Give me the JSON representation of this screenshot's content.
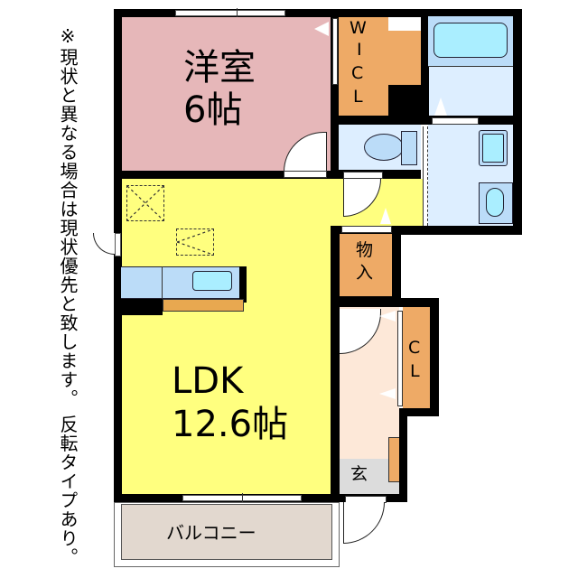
{
  "note": "※現状と異なる場合は現状優先と致します。 反転タイプあり。",
  "rooms": {
    "western": {
      "name": "洋室",
      "size": "6帖",
      "color": "#e6b7b9"
    },
    "ldk": {
      "name": "LDK",
      "size": "12.6帖",
      "color": "#ffff7f"
    },
    "wic": {
      "letters": [
        "W",
        "I",
        "C",
        "L"
      ],
      "color": "#eeaa66"
    },
    "storage": {
      "letters": [
        "物",
        "入"
      ],
      "color": "#eeaa66"
    },
    "closet": {
      "letters": [
        "C",
        "L"
      ],
      "color": "#eeaa66"
    },
    "entrance": {
      "name": "玄",
      "color": "#dcdcdc"
    },
    "hall": {
      "color": "#fde8d8"
    },
    "balcony": {
      "name": "バルコニー",
      "color": "#e2d8cf"
    },
    "bath": {
      "color": "#ddeeff"
    },
    "toilet": {
      "color": "#ddeeff"
    },
    "washroom": {
      "color": "#ddeeff"
    }
  },
  "colors": {
    "wall": "#000000",
    "fixture_blue": "#bbdcf8",
    "fixture_cyan": "#aaeeff",
    "counter_orange": "#e8a850"
  }
}
